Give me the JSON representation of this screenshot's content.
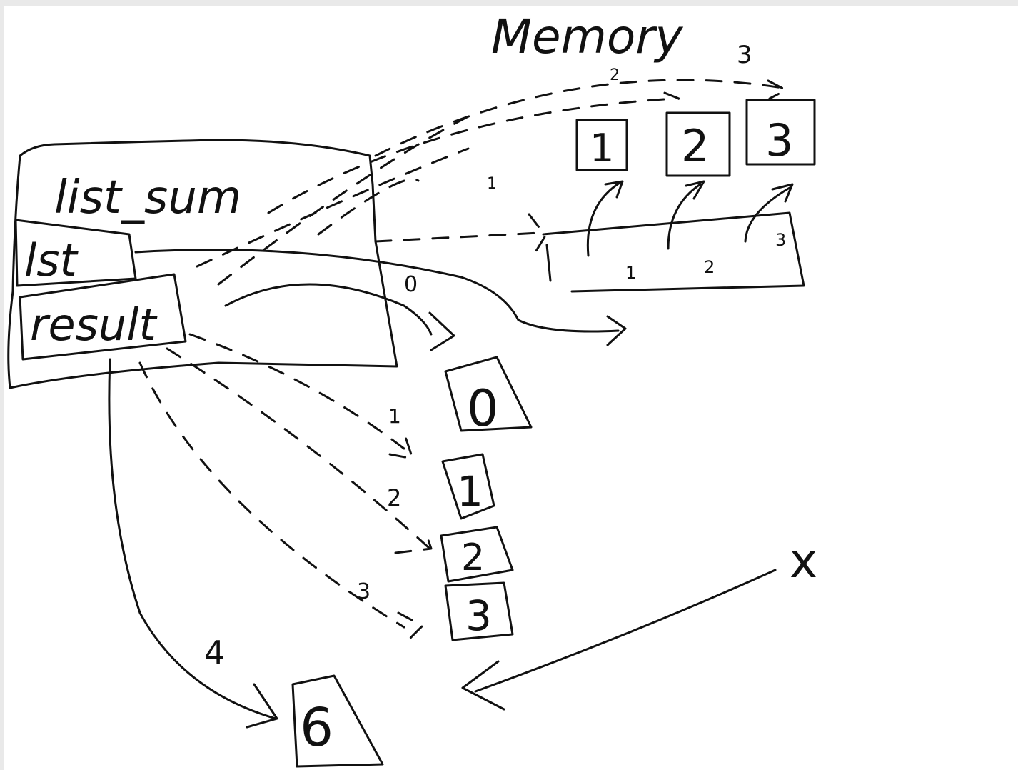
{
  "title": "Memory",
  "frame": {
    "name": "list_sum",
    "vars": [
      "lst",
      "result"
    ]
  },
  "memory_cells": [
    "1",
    "2",
    "3"
  ],
  "result_values": [
    "0",
    "1",
    "2",
    "3",
    "6"
  ],
  "step_labels": [
    "0",
    "1",
    "2",
    "3",
    "4"
  ],
  "list_indices": [
    "1",
    "2",
    "3"
  ],
  "global_var": "x",
  "colors": {
    "ink": "#111111",
    "background": "#ffffff",
    "border": "#e9e9e9"
  }
}
